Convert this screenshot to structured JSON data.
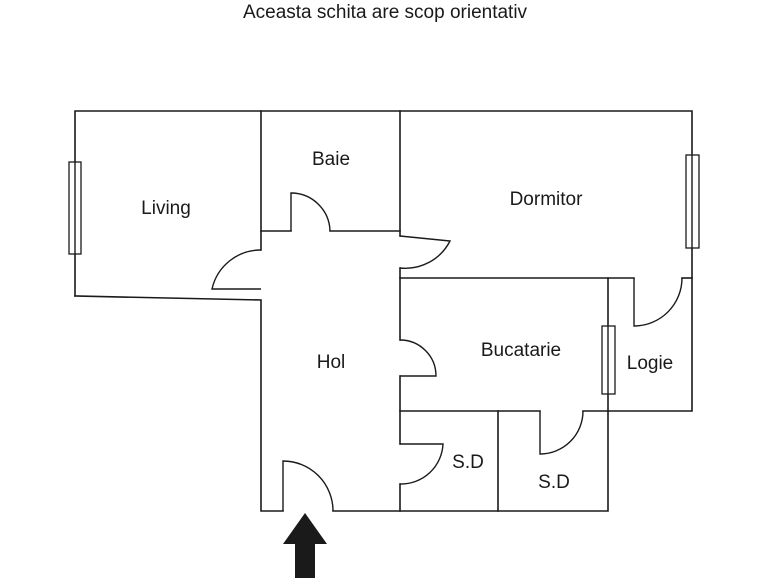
{
  "title": "Aceasta schita are scop orientativ",
  "rooms": {
    "living": "Living",
    "baie": "Baie",
    "dormitor": "Dormitor",
    "hol": "Hol",
    "bucatarie": "Bucatarie",
    "logie": "Logie",
    "sd1": "S.D",
    "sd2": "S.D"
  },
  "colors": {
    "line": "#1a1a1a",
    "background": "#ffffff"
  },
  "entrance_icon": "arrow-up-icon"
}
